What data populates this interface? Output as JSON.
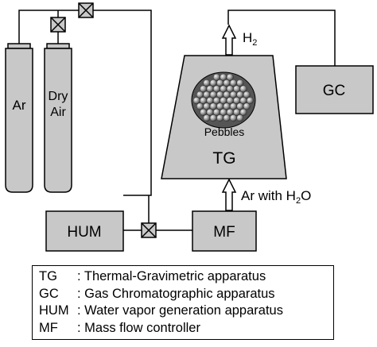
{
  "labels": {
    "ar": "Ar",
    "dry_air_line1": "Dry",
    "dry_air_line2": "Air",
    "hum": "HUM",
    "mf": "MF",
    "tg": "TG",
    "gc": "GC",
    "pebbles": "Pebbles",
    "h2_main": "H",
    "h2_sub": "2",
    "ar_with_h2o_prefix": "Ar with H",
    "ar_with_h2o_sub": "2",
    "ar_with_h2o_suffix": "O"
  },
  "legend": [
    {
      "abbr": "TG",
      "desc": ": Thermal-Gravimetric apparatus"
    },
    {
      "abbr": "GC",
      "desc": ": Gas Chromatographic apparatus"
    },
    {
      "abbr": "HUM",
      "desc": ": Water vapor generation apparatus"
    },
    {
      "abbr": "MF",
      "desc": ": Mass flow controller"
    }
  ],
  "colors": {
    "component_fill": "#c8c8c8",
    "line": "#000000",
    "background": "#ffffff"
  }
}
